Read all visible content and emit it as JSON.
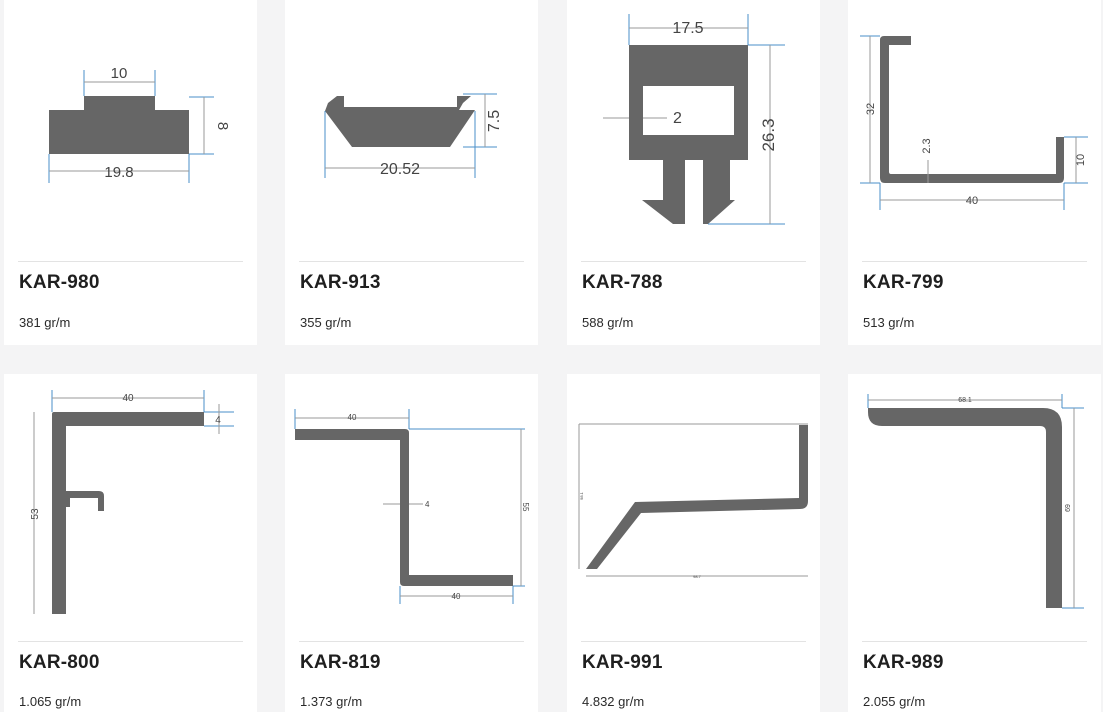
{
  "products": [
    {
      "code": "KAR-980",
      "weight": "381 gr/m",
      "dims": [
        "10",
        "8",
        "19.8"
      ]
    },
    {
      "code": "KAR-913",
      "weight": "355 gr/m",
      "dims": [
        "7.5",
        "20.52"
      ]
    },
    {
      "code": "KAR-788",
      "weight": "588 gr/m",
      "dims": [
        "17.5",
        "2",
        "26.3"
      ]
    },
    {
      "code": "KAR-799",
      "weight": "513 gr/m",
      "dims": [
        "32",
        "2.3",
        "10",
        "40"
      ]
    },
    {
      "code": "KAR-800",
      "weight": "1.065 gr/m",
      "dims": [
        "40",
        "4",
        "53"
      ]
    },
    {
      "code": "KAR-819",
      "weight": "1.373 gr/m",
      "dims": [
        "40",
        "4",
        "55",
        "40"
      ]
    },
    {
      "code": "KAR-991",
      "weight": "4.832 gr/m",
      "dims": [
        "98.1",
        "98.7"
      ]
    },
    {
      "code": "KAR-989",
      "weight": "2.055 gr/m",
      "dims": [
        "68.1",
        "69"
      ]
    }
  ],
  "colors": {
    "profile": "#666666",
    "dimension_line": "#999999",
    "extension_line": "#4a8fc9"
  }
}
